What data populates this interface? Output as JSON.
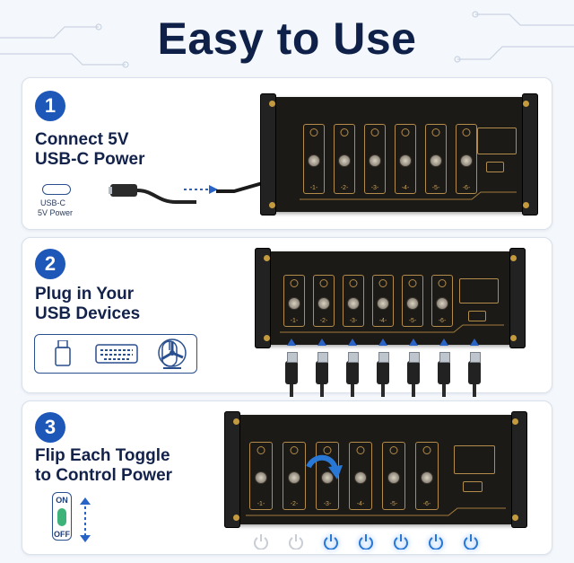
{
  "title": "Easy to Use",
  "steps": [
    {
      "number": "1",
      "line1": "Connect 5V",
      "line2": "USB-C Power",
      "cable_label_1": "USB-C",
      "cable_label_2": "5V Power"
    },
    {
      "number": "2",
      "line1": "Plug in Your",
      "line2": "USB Devices"
    },
    {
      "number": "3",
      "line1": "Flip Each Toggle",
      "line2": "to Control Power",
      "toggle_on": "ON",
      "toggle_off": "OFF"
    }
  ],
  "port_labels": [
    "1",
    "2",
    "3",
    "4",
    "5",
    "6"
  ],
  "colors": {
    "accent": "#1d57b8",
    "title": "#0f2149",
    "gold": "#b38b4a",
    "power_on": "#2a78d6",
    "power_off": "#c9ced6"
  },
  "device_icons": [
    "usb-drive-icon",
    "keyboard-icon",
    "mouse-icon",
    "fan-icon"
  ],
  "power_states": [
    "off",
    "off",
    "on",
    "on",
    "on",
    "on",
    "on"
  ]
}
